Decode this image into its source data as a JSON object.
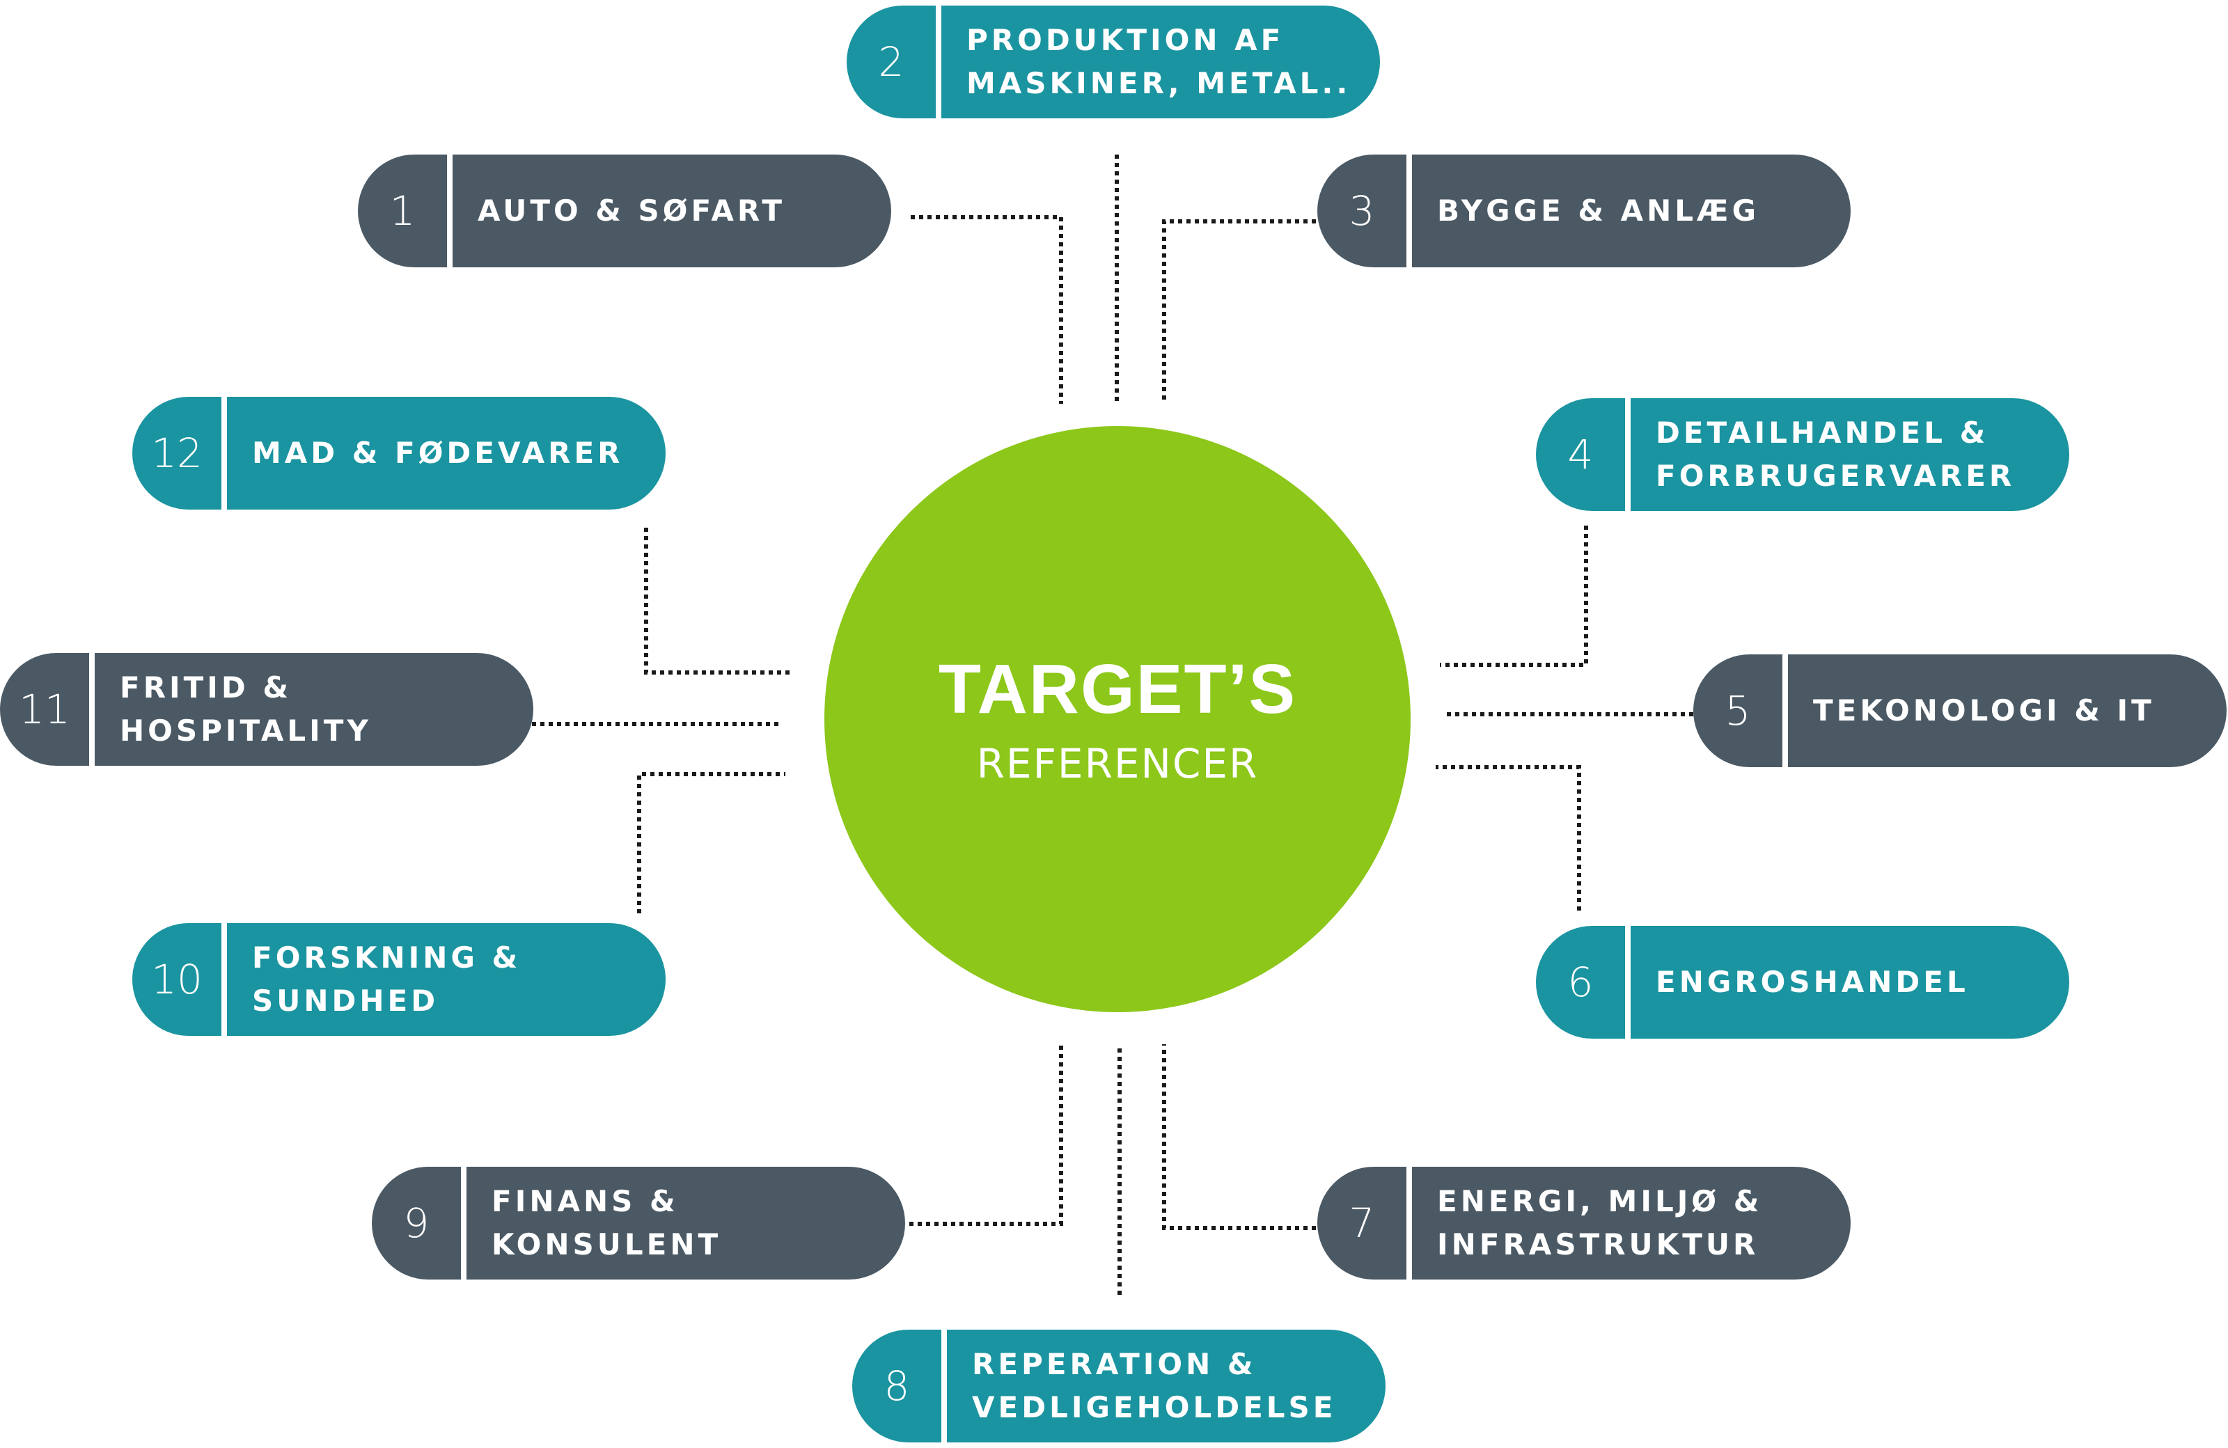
{
  "center": {
    "title": "TARGET’S",
    "subtitle": "REFERENCER",
    "color": "#8cc71a"
  },
  "colors": {
    "teal": "#1a94a0",
    "slate": "#4b5964"
  },
  "nodes": [
    {
      "number": "1",
      "label": "AUTO & SØFART",
      "color": "slate"
    },
    {
      "number": "2",
      "label": "PRODUKTION AF\nMASKINER, METAL..",
      "color": "teal"
    },
    {
      "number": "3",
      "label": "BYGGE & ANLÆG",
      "color": "slate"
    },
    {
      "number": "4",
      "label": "DETAILHANDEL &\nFORBRUGERVARER",
      "color": "teal"
    },
    {
      "number": "5",
      "label": "TEKONOLOGI & IT",
      "color": "slate"
    },
    {
      "number": "6",
      "label": "ENGROSHANDEL",
      "color": "teal"
    },
    {
      "number": "7",
      "label": "ENERGI, MILJØ &\nINFRASTRUKTUR",
      "color": "slate"
    },
    {
      "number": "8",
      "label": "REPERATION &\nVEDLIGEHOLDELSE",
      "color": "teal"
    },
    {
      "number": "9",
      "label": "FINANS &\nKONSULENT",
      "color": "slate"
    },
    {
      "number": "10",
      "label": "FORSKNING &\nSUNDHED",
      "color": "teal"
    },
    {
      "number": "11",
      "label": "FRITID &\nHOSPITALITY",
      "color": "slate"
    },
    {
      "number": "12",
      "label": "MAD & FØDEVARER",
      "color": "teal"
    }
  ]
}
